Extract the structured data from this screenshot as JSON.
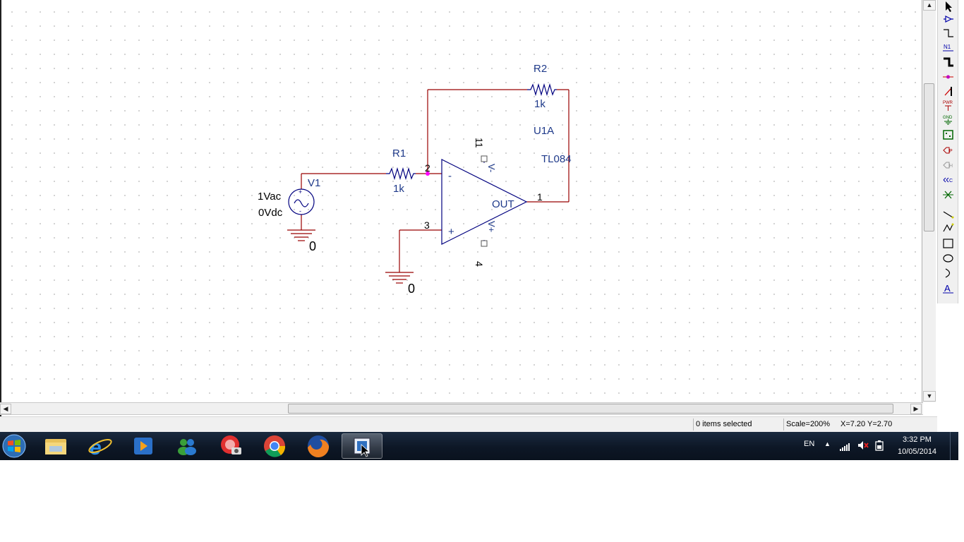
{
  "schematic": {
    "parts": {
      "r2": {
        "name": "R2",
        "value": "1k"
      },
      "r1": {
        "name": "R1",
        "value": "1k"
      },
      "u1": {
        "name": "U1A",
        "model": "TL084",
        "output_label": "OUT",
        "inv_sign": "-",
        "noninv_sign": "+",
        "vneg_label": "V-",
        "vpos_label": "V+"
      },
      "v1": {
        "name": "V1",
        "ac": "1Vac",
        "dc": "0Vdc"
      }
    },
    "pins": {
      "inverting": "2",
      "non_inverting": "3",
      "output": "1",
      "vneg": "11",
      "vpos": "4"
    },
    "grounds": {
      "v1_ground_label": "0",
      "opamp_ground_label": "0"
    },
    "colors": {
      "wire": "#990000",
      "part": "#00007f",
      "label": "#1f3a8a",
      "junction": "#ff00ff"
    }
  },
  "toolbar": {
    "tools": [
      {
        "icon": "select-pointer-icon",
        "label": ""
      },
      {
        "icon": "place-part-icon",
        "label": ""
      },
      {
        "icon": "place-wire-icon",
        "label": ""
      },
      {
        "icon": "net-alias-icon",
        "label": "N1"
      },
      {
        "icon": "place-bus-icon",
        "label": ""
      },
      {
        "icon": "junction-icon",
        "label": ""
      },
      {
        "icon": "bus-entry-icon",
        "label": ""
      },
      {
        "icon": "power-icon",
        "label": "PWR"
      },
      {
        "icon": "ground-icon",
        "label": "GND"
      },
      {
        "icon": "hierarchical-block-icon",
        "label": ""
      },
      {
        "icon": "hierarchical-port-icon",
        "label": "P"
      },
      {
        "icon": "hierarchical-pin-icon",
        "label": "H"
      },
      {
        "icon": "off-page-connector-icon",
        "label": "C"
      },
      {
        "icon": "no-connect-icon",
        "label": ""
      },
      {
        "icon": "place-line-icon",
        "label": ""
      },
      {
        "icon": "place-polyline-icon",
        "label": ""
      },
      {
        "icon": "place-rectangle-icon",
        "label": ""
      },
      {
        "icon": "place-ellipse-icon",
        "label": ""
      },
      {
        "icon": "place-arc-icon",
        "label": ""
      },
      {
        "icon": "place-text-icon",
        "label": "A"
      }
    ]
  },
  "status": {
    "selection": "0 items selected",
    "scale": "Scale=200%",
    "coords": "X=7.20  Y=2.70"
  },
  "taskbar": {
    "items": [
      {
        "icon": "windows-start-icon"
      },
      {
        "icon": "file-explorer-icon"
      },
      {
        "icon": "internet-explorer-icon"
      },
      {
        "icon": "media-player-icon"
      },
      {
        "icon": "messenger-icon"
      },
      {
        "icon": "camera-app-icon"
      },
      {
        "icon": "chrome-icon"
      },
      {
        "icon": "firefox-icon"
      },
      {
        "icon": "orcad-capture-icon"
      }
    ],
    "tray": {
      "language": "EN",
      "time": "3:32 PM",
      "date": "10/05/2014"
    }
  }
}
